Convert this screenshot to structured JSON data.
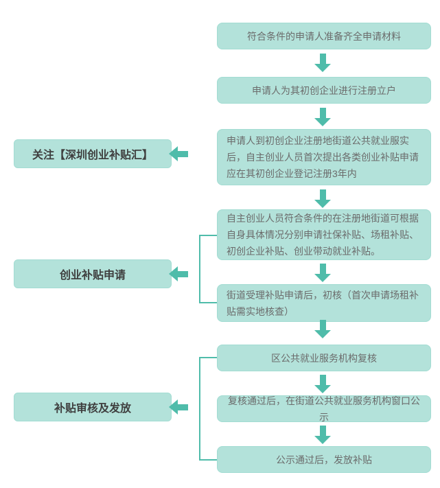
{
  "colors": {
    "accent": "#4fbcaa",
    "box-fill": "#b3e2da",
    "box-border": "#a2dcd2",
    "step-text": "#6b6b6b",
    "label-text": "#3f3f3f",
    "background": "#ffffff"
  },
  "flow": {
    "steps": [
      {
        "text": "符合条件的申请人准备齐全申请材料"
      },
      {
        "text": "申请人为其初创企业进行注册立户"
      },
      {
        "text": "申请人到初创企业注册地街道公共就业服实后，自主创业人员首次提出各类创业补贴申请应在其初创企业登记注册3年内"
      },
      {
        "text": "自主创业人员符合条件的在注册地街道可根据自身具体情况分别申请社保补贴、场租补贴、初创企业补贴、创业带动就业补贴。"
      },
      {
        "text": "街道受理补贴申请后，初核（首次申请场租补贴需实地核查）"
      },
      {
        "text": "区公共就业服务机构复核"
      },
      {
        "text": "复核通过后，在街道公共就业服务机构窗口公示"
      },
      {
        "text": "公示通过后，发放补贴"
      }
    ],
    "labels": [
      {
        "text": "关注【深圳创业补贴汇】"
      },
      {
        "text": "创业补贴申请"
      },
      {
        "text": "补贴审核及发放"
      }
    ]
  }
}
